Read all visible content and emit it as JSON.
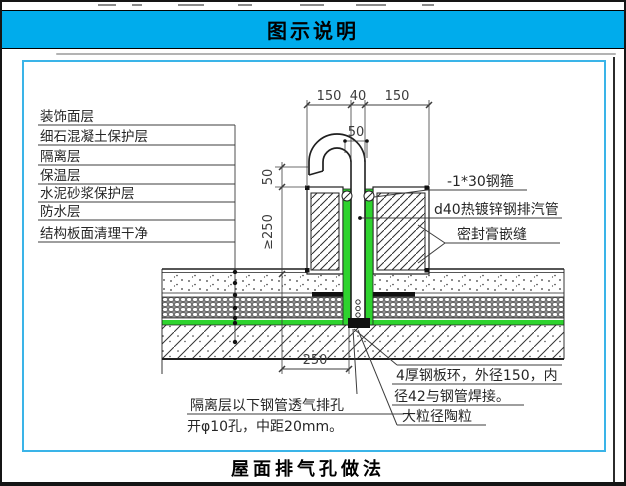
{
  "header": {
    "title": "图示说明"
  },
  "footer": {
    "title": "屋面排气孔做法"
  },
  "drawing": {
    "layer_labels": [
      "装饰面层",
      "细石混凝土保护层",
      "隔离层",
      "保温层",
      "水泥砂浆保护层",
      "防水层",
      "结构板面清理干净"
    ],
    "annotations": {
      "steel_hoop": "-1*30钢箍",
      "vent_pipe": "d40热镀锌钢排汽管",
      "sealant": "密封膏嵌缝",
      "perforation_line1": "隔离层以下钢管透气排孔",
      "perforation_line2": "开φ10孔，中距20mm。",
      "ring_line1": "4厚钢板环，外径150，内",
      "ring_line2": "径42与钢管焊接。",
      "ceramsite": "大粒径陶粒"
    },
    "dimensions": {
      "top_left": "150",
      "top_middle": "40",
      "top_right": "150",
      "hook_offset": "50",
      "pipe_above_curb": "50",
      "curb_min_height": "≥250",
      "base_width": "250"
    }
  },
  "colors": {
    "header_bg": "#00ACEC",
    "box_border": "#3AB4E8",
    "waterproof_green": "#2ED32E"
  }
}
